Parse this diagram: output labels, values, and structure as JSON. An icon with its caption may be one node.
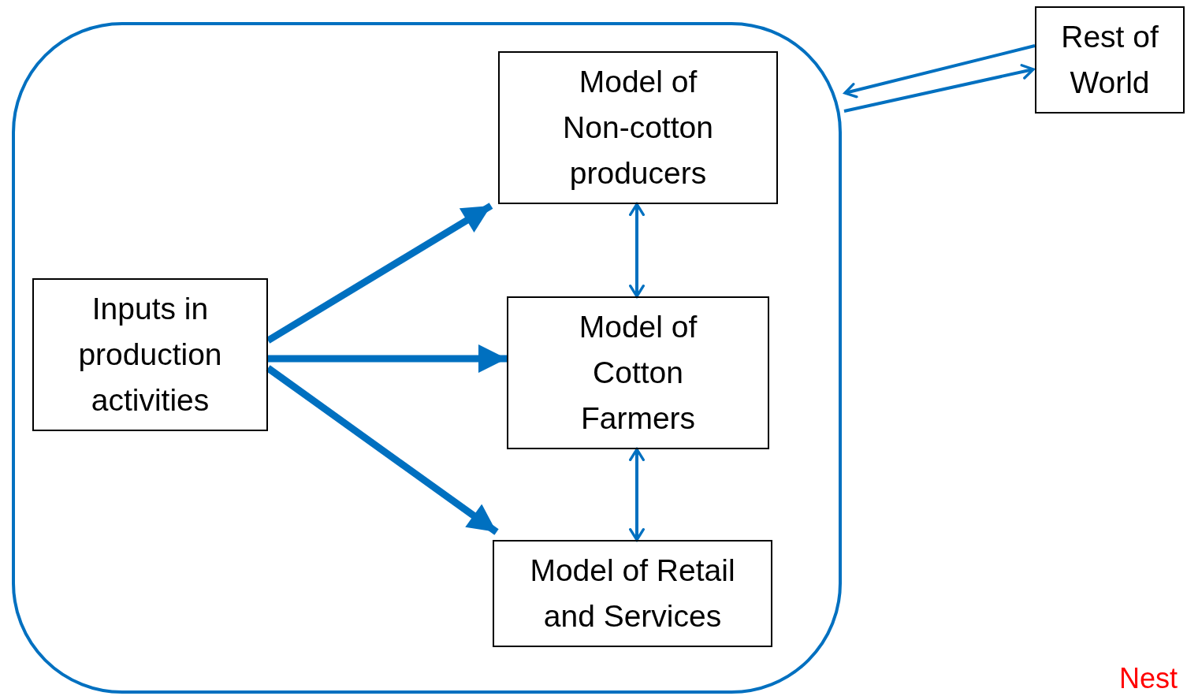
{
  "diagram": {
    "nodes": [
      {
        "text": [],
        "shape": "box"
      },
      {
        "text": [
          "Model of Non-cotton producers"
        ],
        "in": 0
      },
      {
        "text": [
          "Inputs in production activities"
        ],
        "in": 0
      },
      {
        "text": [
          "Model of Cotton Farmers"
        ],
        "in": 0
      },
      {
        "text": [
          "Model of Retail and Services"
        ],
        "in": 0
      },
      {
        "text": [
          "Rest of World"
        ]
      }
    ],
    "edges": [
      {
        "from": 2,
        "to": 1,
        "arrow": "to",
        "style": "thick"
      },
      {
        "from": 2,
        "to": 3,
        "arrow": "to",
        "style": "thick"
      },
      {
        "from": 2,
        "to": 4,
        "arrow": "to",
        "style": "thick"
      },
      {
        "from": 1,
        "to": 3,
        "arrow": "both"
      },
      {
        "from": 3,
        "to": 4,
        "arrow": "both"
      },
      {
        "from": 5,
        "to": 0,
        "arrow": "to"
      },
      {
        "from": 0,
        "to": 5,
        "arrow": "to"
      }
    ],
    "labels": [
      "Nest"
    ]
  }
}
